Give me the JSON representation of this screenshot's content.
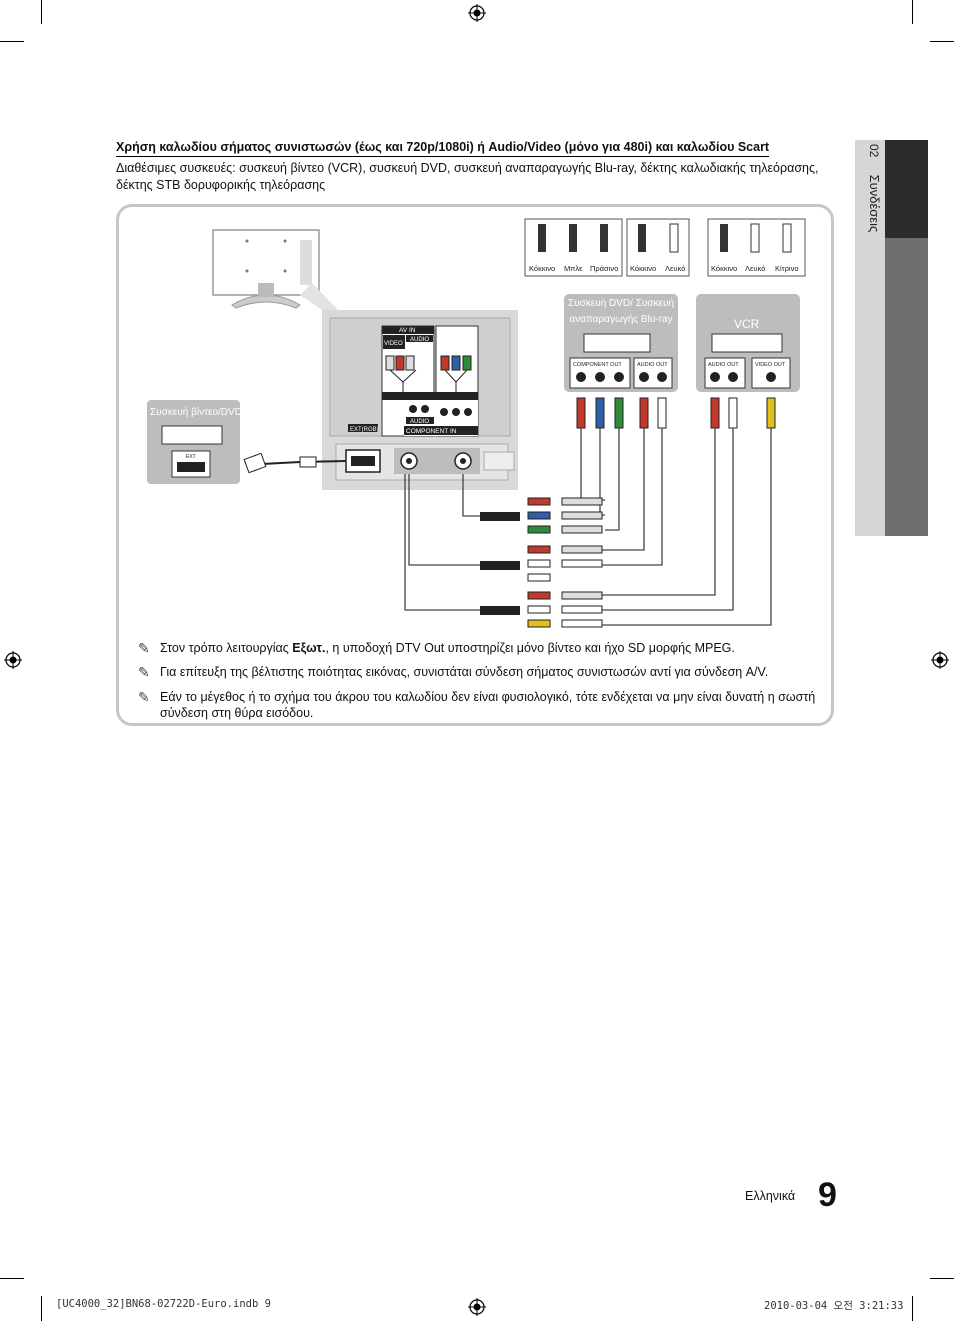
{
  "heading": "Χρήση καλωδίου σήματος συνιστωσών (έως και 720p/1080i) ή Audio/Video (μόνο για 480i) και καλωδίου Scart",
  "available_devices": "Διαθέσιμες συσκευές: συσκευή βίντεο (VCR), συσκευή DVD, συσκευή αναπαραγωγής Blu-ray, δέκτης καλωδιακής τηλεόρασης, δέκτης STB δορυφορικής τηλεόρασης",
  "diagram": {
    "cable_set_1": [
      "Κόκκινο",
      "Μπλε",
      "Πράσινο"
    ],
    "cable_set_2": [
      "Κόκκινο",
      "Λευκό"
    ],
    "cable_set_3": [
      "Κόκκινο",
      "Λευκό",
      "Κίτρινο"
    ],
    "dvd_device_label_1": "Συσκευή DVD/ Συσκευή",
    "dvd_device_label_2": "αναπαραγωγής Blu-ray",
    "vcr_label": "VCR",
    "video_dvd_label": "Συσκευή βίντεο/DVD",
    "av_in": "AV IN",
    "video": "VIDEO",
    "audio": "AUDIO",
    "component_in": "COMPONENT IN",
    "ext_rgb": "EXT(RGB)",
    "ext": "EXT",
    "component_out": "COMPONENT OUT",
    "audio_out": "AUDIO OUT",
    "video_out": "VIDEO OUT"
  },
  "notes": {
    "note1_prefix": "Στον τρόπο λειτουργίας ",
    "note1_bold": "Εξωτ.",
    "note1_suffix": ", η υποδοχή DTV Out υποστηρίζει μόνο βίντεο και ήχο SD μορφής MPEG.",
    "note2": "Για επίτευξη της βέλτιστης ποιότητας εικόνας, συνιστάται σύνδεση σήματος συνιστωσών αντί για σύνδεση A/V.",
    "note3": "Εάν το μέγεθος ή το σχήμα του άκρου του καλωδίου δεν είναι φυσιολογικό, τότε ενδέχεται να μην είναι δυνατή η σωστή σύνδεση στη θύρα εισόδου."
  },
  "side_tab": {
    "number": "02",
    "title": "Συνδέσεις"
  },
  "footer": {
    "language": "Ελληνικά",
    "page": "9"
  },
  "print_info": {
    "file": "[UC4000_32]BN68-02722D-Euro.indb   9",
    "date": "2010-03-04   오전 3:21:33"
  },
  "colors": {
    "red": "#c0392b",
    "blue": "#2f5fa8",
    "green": "#2e8b3a",
    "yellow": "#e0c020",
    "white": "#f2f2f2",
    "frame": "#c7c7c7"
  }
}
